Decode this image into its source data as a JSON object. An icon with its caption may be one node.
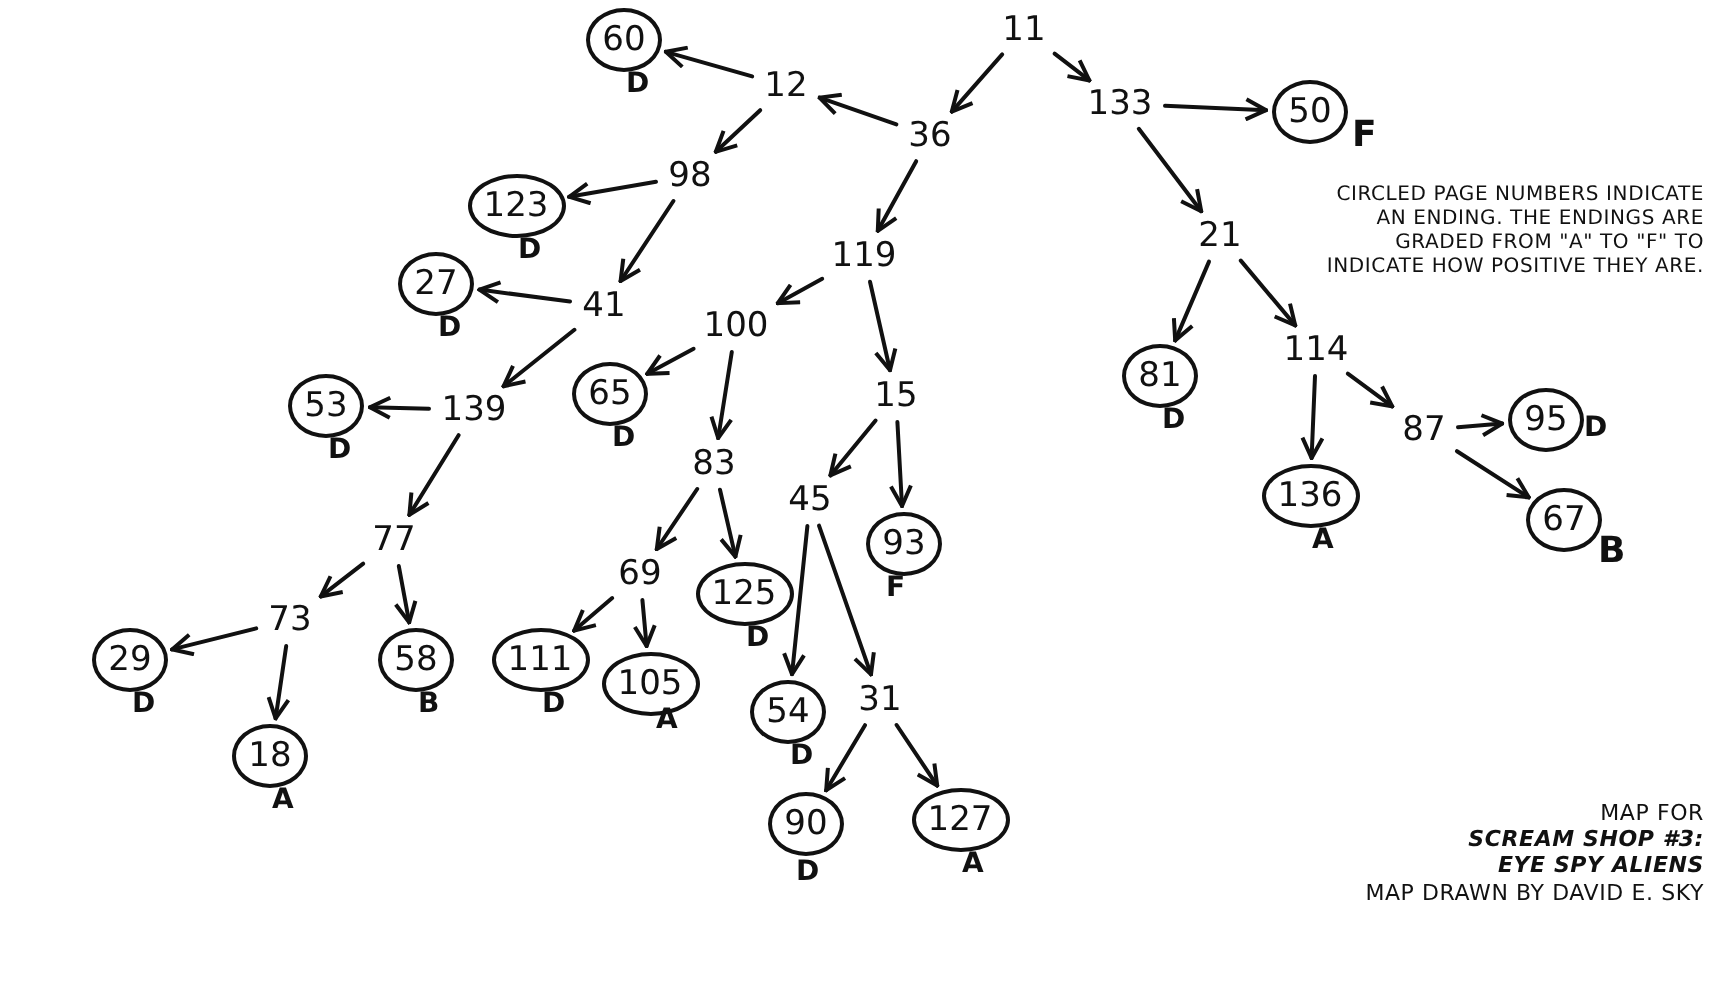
{
  "diagram": {
    "nodes": [
      {
        "text": [
          "11"
        ]
      },
      {
        "text": [
          "133"
        ]
      },
      {
        "text": [
          "50"
        ],
        "beside": [
          "F"
        ]
      },
      {
        "text": [
          "36"
        ]
      },
      {
        "text": [
          "12"
        ]
      },
      {
        "text": [
          "60"
        ],
        "beside": [
          "D"
        ]
      },
      {
        "text": [
          "98"
        ]
      },
      {
        "text": [
          "123"
        ],
        "beside": [
          "D"
        ]
      },
      {
        "text": [
          "119"
        ]
      },
      {
        "text": [
          "41"
        ]
      },
      {
        "text": [
          "27"
        ],
        "beside": [
          "D"
        ]
      },
      {
        "text": [
          "100"
        ]
      },
      {
        "text": [
          "65"
        ],
        "beside": [
          "D"
        ]
      },
      {
        "text": [
          "15"
        ]
      },
      {
        "text": [
          "139"
        ]
      },
      {
        "text": [
          "53"
        ],
        "beside": [
          "D"
        ]
      },
      {
        "text": [
          "21"
        ]
      },
      {
        "text": [
          "81"
        ],
        "beside": [
          "D"
        ]
      },
      {
        "text": [
          "114"
        ]
      },
      {
        "text": [
          "136"
        ],
        "beside": [
          "A"
        ]
      },
      {
        "text": [
          "87"
        ]
      },
      {
        "text": [
          "95"
        ],
        "beside": [
          "D"
        ]
      },
      {
        "text": [
          "67"
        ],
        "beside": [
          "B"
        ]
      },
      {
        "text": [
          "83"
        ]
      },
      {
        "text": [
          "45"
        ]
      },
      {
        "text": [
          "93"
        ],
        "beside": [
          "F"
        ]
      },
      {
        "text": [
          "77"
        ]
      },
      {
        "text": [
          "69"
        ]
      },
      {
        "text": [
          "125"
        ],
        "beside": [
          "D"
        ]
      },
      {
        "text": [
          "73"
        ]
      },
      {
        "text": [
          "58"
        ],
        "beside": [
          "B"
        ]
      },
      {
        "text": [
          "111"
        ],
        "beside": [
          "D"
        ]
      },
      {
        "text": [
          "105"
        ],
        "beside": [
          "A"
        ]
      },
      {
        "text": [
          "54"
        ],
        "beside": [
          "D"
        ]
      },
      {
        "text": [
          "31"
        ]
      },
      {
        "text": [
          "29"
        ],
        "beside": [
          "D"
        ]
      },
      {
        "text": [
          "18"
        ],
        "beside": [
          "A"
        ]
      },
      {
        "text": [
          "90"
        ],
        "beside": [
          "D"
        ]
      },
      {
        "text": [
          "127"
        ],
        "beside": [
          "A"
        ]
      }
    ],
    "edges": [
      {
        "from": 0,
        "to": 3,
        "arrow": "to"
      },
      {
        "from": 0,
        "to": 1,
        "arrow": "to"
      },
      {
        "from": 1,
        "to": 2,
        "arrow": "to"
      },
      {
        "from": 3,
        "to": 4,
        "arrow": "to"
      },
      {
        "from": 4,
        "to": 5,
        "arrow": "to"
      },
      {
        "from": 4,
        "to": 6,
        "arrow": "to"
      },
      {
        "from": 6,
        "to": 7,
        "arrow": "to"
      },
      {
        "from": 6,
        "to": 9,
        "arrow": "to"
      },
      {
        "from": 9,
        "to": 10,
        "arrow": "to"
      },
      {
        "from": 9,
        "to": 14,
        "arrow": "to"
      },
      {
        "from": 14,
        "to": 15,
        "arrow": "to"
      },
      {
        "from": 14,
        "to": 26,
        "arrow": "to"
      },
      {
        "from": 26,
        "to": 29,
        "arrow": "to"
      },
      {
        "from": 26,
        "to": 30,
        "arrow": "to"
      },
      {
        "from": 29,
        "to": 35,
        "arrow": "to"
      },
      {
        "from": 29,
        "to": 36,
        "arrow": "to"
      },
      {
        "from": 3,
        "to": 8,
        "arrow": "to"
      },
      {
        "from": 8,
        "to": 11,
        "arrow": "to"
      },
      {
        "from": 8,
        "to": 13,
        "arrow": "to"
      },
      {
        "from": 11,
        "to": 12,
        "arrow": "to"
      },
      {
        "from": 11,
        "to": 23,
        "arrow": "to"
      },
      {
        "from": 23,
        "to": 27,
        "arrow": "to"
      },
      {
        "from": 23,
        "to": 28,
        "arrow": "to"
      },
      {
        "from": 27,
        "to": 31,
        "arrow": "to"
      },
      {
        "from": 27,
        "to": 32,
        "arrow": "to"
      },
      {
        "from": 13,
        "to": 24,
        "arrow": "to"
      },
      {
        "from": 13,
        "to": 25,
        "arrow": "to"
      },
      {
        "from": 24,
        "to": 33,
        "arrow": "to"
      },
      {
        "from": 24,
        "to": 34,
        "arrow": "to"
      },
      {
        "from": 34,
        "to": 37,
        "arrow": "to"
      },
      {
        "from": 34,
        "to": 38,
        "arrow": "to"
      },
      {
        "from": 1,
        "to": 16,
        "arrow": "to"
      },
      {
        "from": 16,
        "to": 17,
        "arrow": "to"
      },
      {
        "from": 16,
        "to": 18,
        "arrow": "to"
      },
      {
        "from": 18,
        "to": 19,
        "arrow": "to"
      },
      {
        "from": 18,
        "to": 20,
        "arrow": "to"
      },
      {
        "from": 20,
        "to": 21,
        "arrow": "to"
      },
      {
        "from": 20,
        "to": 22,
        "arrow": "to"
      }
    ],
    "labels": [
      "CIRCLED PAGE NUMBERS INDICATE AN ENDING. THE ENDINGS ARE GRADED FROM \"A\" TO \"F\" TO INDICATE HOW POSITIVE THEY ARE.",
      "MAP FOR",
      "SCREAM SHOP #3: EYE SPY ALIENS",
      "MAP DRAWN BY DAVID E. SKY"
    ]
  }
}
